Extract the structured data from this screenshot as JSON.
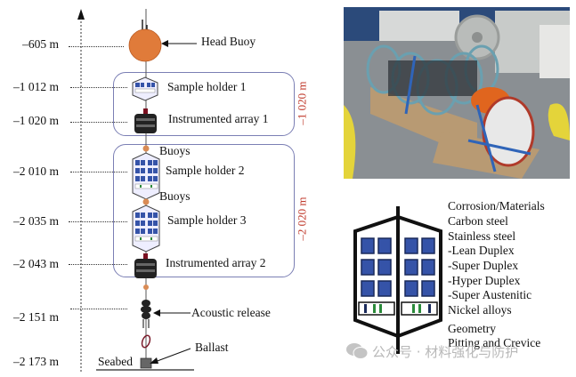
{
  "depths": [
    "–605 m",
    "–1 012 m",
    "–1 020 m",
    "–2 010 m",
    "–2 035 m",
    "–2 043 m",
    "–2 151 m",
    "–2 173 m"
  ],
  "components": {
    "head_buoy": "Head Buoy",
    "sample_holder_1": "Sample holder 1",
    "instrumented_array_1": "Instrumented array 1",
    "buoys_1": "Buoys",
    "sample_holder_2": "Sample holder 2",
    "buoys_2": "Buoys",
    "sample_holder_3": "Sample holder 3",
    "instrumented_array_2": "Instrumented array 2",
    "acoustic_release": "Acoustic release",
    "ballast": "Ballast",
    "seabed": "Seabed"
  },
  "groups": {
    "group_1_span": "–1 020 m",
    "group_2_span": "–2 020 m"
  },
  "legend": {
    "lines": [
      "Corrosion/Materials",
      "Carbon steel",
      "Stainless steel",
      "-Lean Duplex",
      "-Super Duplex",
      "-Hyper Duplex",
      "-Super Austenitic",
      "Nickel alloys"
    ],
    "lines2": [
      "Geometry",
      "Pitting and Crevice"
    ]
  },
  "watermark": "公众号 · 材料强化与防护",
  "colors": {
    "buoy": "#e07b3a",
    "box_border": "#7b7fb4",
    "red_text": "#c0392b",
    "panel_blue": "#3553a8"
  }
}
